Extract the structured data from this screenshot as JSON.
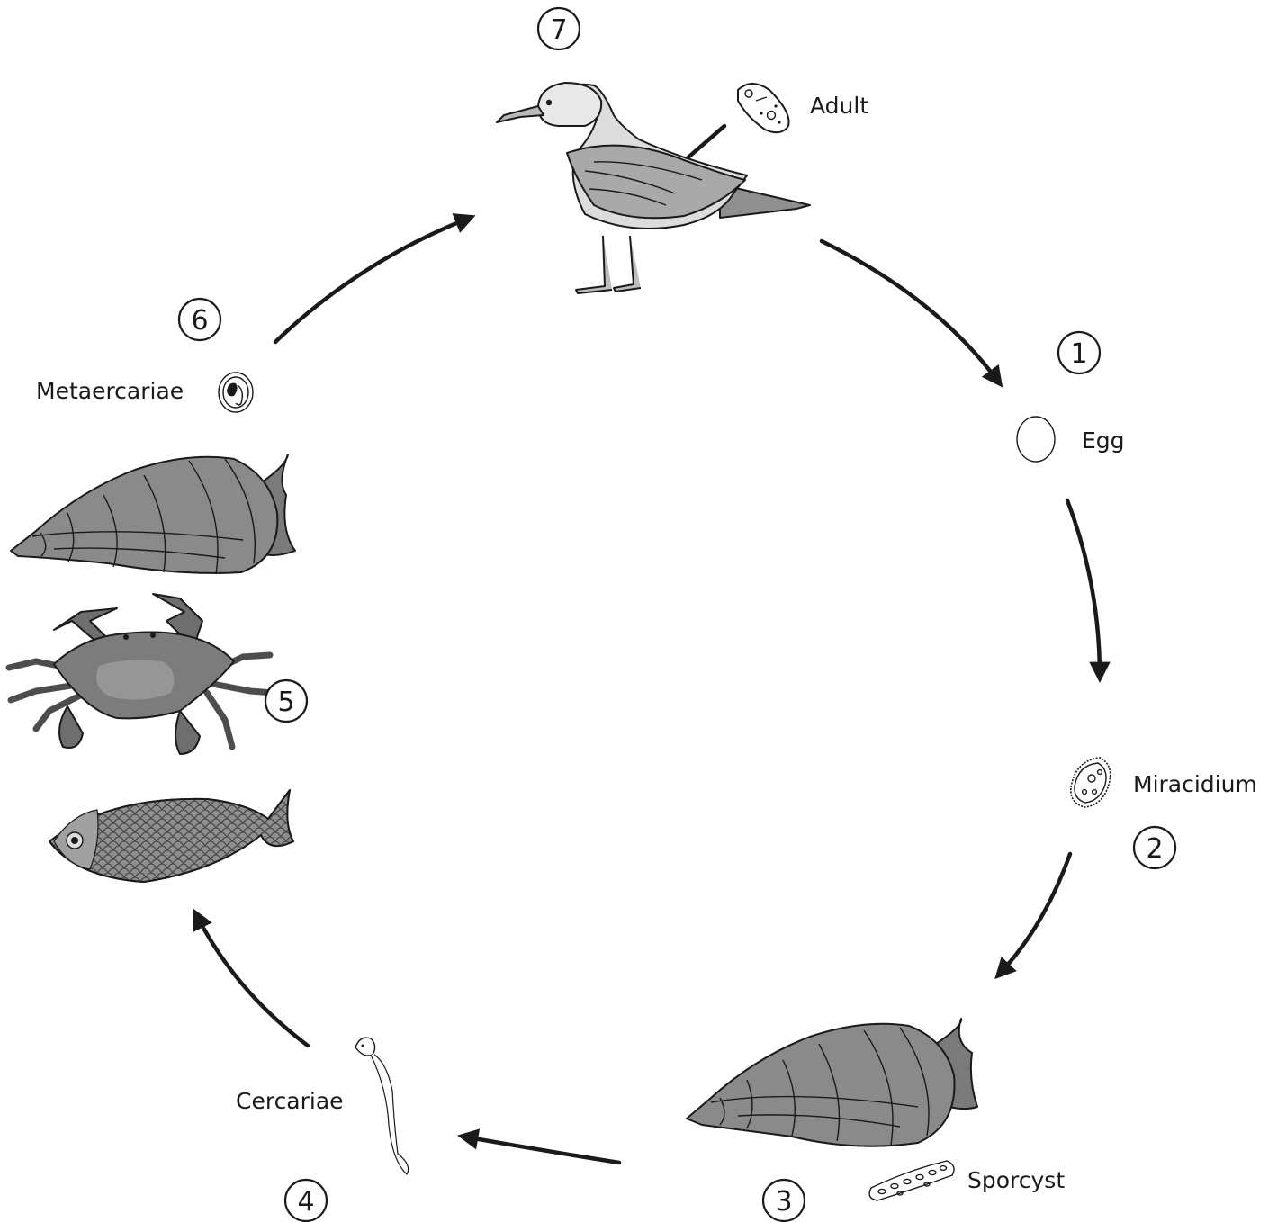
{
  "diagram": {
    "stages": [
      {
        "number": "1",
        "label": "Egg"
      },
      {
        "number": "2",
        "label": "Miracidium"
      },
      {
        "number": "3",
        "label": "Sporcyst"
      },
      {
        "number": "4",
        "label": "Cercariae"
      },
      {
        "number": "5",
        "label": ""
      },
      {
        "number": "6",
        "label": "Metaercariae"
      },
      {
        "number": "7",
        "label": "Adult"
      }
    ],
    "colors": {
      "ink": "#1a1a1a",
      "shell": "#8a8a8a",
      "bird_body": "#dcdcdc",
      "bird_wing": "#a9a9a9",
      "crab": "#7c7c7c",
      "fish": "#8e8e8e"
    },
    "icons": [
      "gull-icon",
      "snail-icon",
      "crab-icon",
      "fish-icon",
      "egg-icon",
      "miracidium-icon",
      "sporocyst-icon",
      "cercaria-icon",
      "metacercaria-icon",
      "adult-fluke-icon"
    ]
  }
}
